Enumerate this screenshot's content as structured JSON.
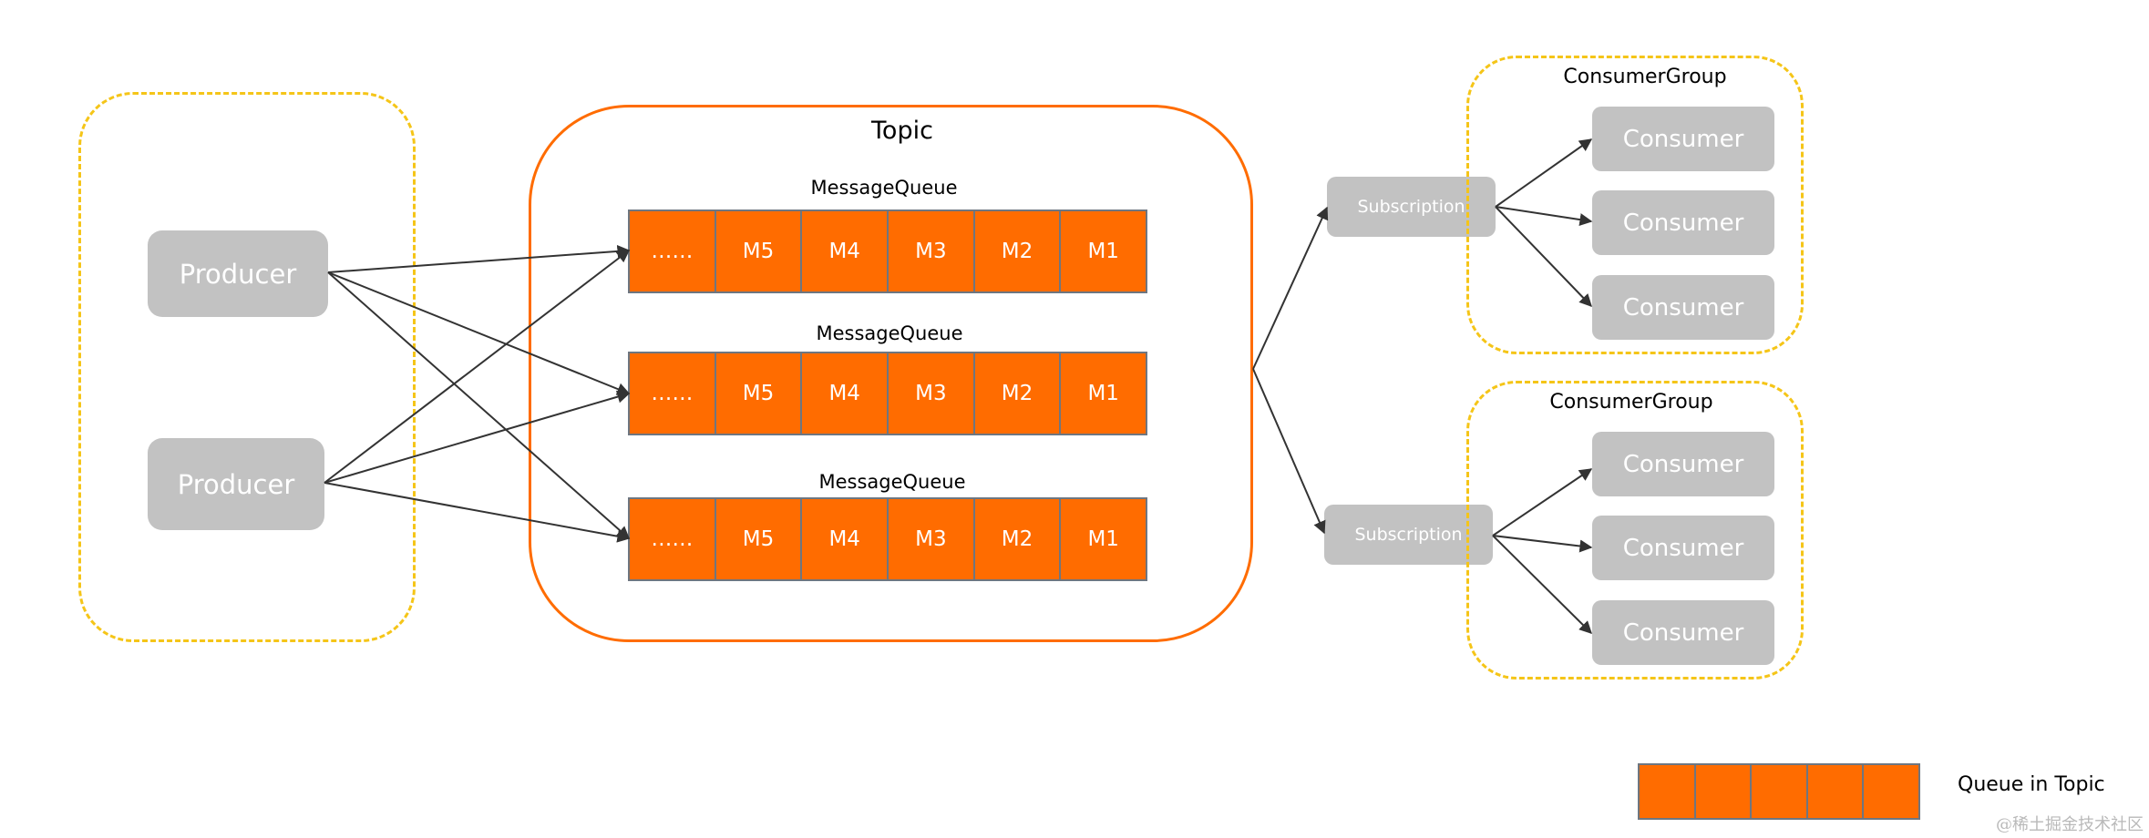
{
  "producers": [
    {
      "label": "Producer"
    },
    {
      "label": "Producer"
    }
  ],
  "topic": {
    "label": "Topic"
  },
  "message_queues": [
    {
      "label": "MessageQueue",
      "cells": [
        "……",
        "M5",
        "M4",
        "M3",
        "M2",
        "M1"
      ]
    },
    {
      "label": "MessageQueue",
      "cells": [
        "……",
        "M5",
        "M4",
        "M3",
        "M2",
        "M1"
      ]
    },
    {
      "label": "MessageQueue",
      "cells": [
        "……",
        "M5",
        "M4",
        "M3",
        "M2",
        "M1"
      ]
    }
  ],
  "subscriptions": [
    {
      "label": "Subscription"
    },
    {
      "label": "Subscription"
    }
  ],
  "consumer_groups": [
    {
      "label": "ConsumerGroup",
      "consumers": [
        "Consumer",
        "Consumer",
        "Consumer"
      ]
    },
    {
      "label": "ConsumerGroup",
      "consumers": [
        "Consumer",
        "Consumer",
        "Consumer"
      ]
    }
  ],
  "legend": {
    "label": "Queue in Topic"
  },
  "watermark": "@稀土掘金技术社区",
  "colors": {
    "queue_fill": "#ff6c00",
    "topic_border": "#ff6c00",
    "group_border": "#f5c518",
    "box_fill": "#c2c2c2",
    "arrow": "#333333"
  }
}
